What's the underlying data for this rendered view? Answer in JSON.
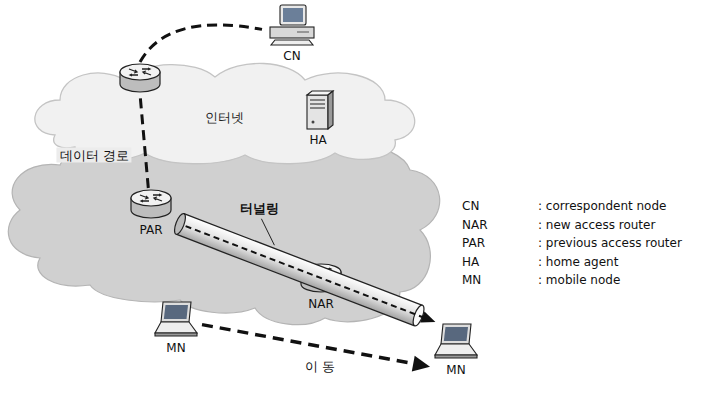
{
  "diagram": {
    "nodes": [
      {
        "text": [
          "CN"
        ]
      },
      {
        "text": [
          "인터넷"
        ]
      },
      {
        "text": [
          "HA"
        ],
        "in": 1
      },
      {
        "text": [
          "PAR"
        ]
      },
      {
        "text": [
          "NAR"
        ]
      },
      {
        "text": [
          "MN"
        ]
      },
      {
        "text": [
          "MN"
        ]
      }
    ],
    "edges": [
      {
        "from": 3,
        "to": 0,
        "arrow": "none",
        "label": "데이터 경로"
      },
      {
        "from": 3,
        "to": 6,
        "arrow": "to",
        "label": "터널링"
      },
      {
        "from": 5,
        "to": 6,
        "arrow": "to",
        "label": "이 동"
      }
    ],
    "labels": [
      "CN",
      ": correspondent node",
      "NAR",
      ": new access router",
      "PAR",
      ": previous access router",
      "HA",
      ": home agent",
      "MN",
      ": mobile node"
    ]
  }
}
